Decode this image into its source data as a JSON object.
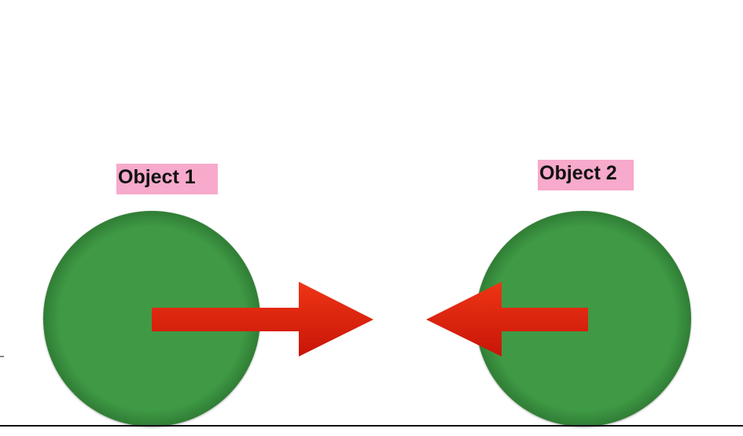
{
  "objects": [
    {
      "label": "Object 1"
    },
    {
      "label": "Object 2"
    }
  ],
  "colors": {
    "label_background": "#f7aacb",
    "circle_fill": "#3f9a45",
    "circle_edge": "#2f7d35",
    "arrow_top": "#ee3515",
    "arrow_bottom": "#c81508",
    "ground_line": "#111111",
    "background": "#ffffff"
  },
  "icons": {
    "object_shape": "circle",
    "force_arrow": "right-arrow / left-arrow"
  }
}
